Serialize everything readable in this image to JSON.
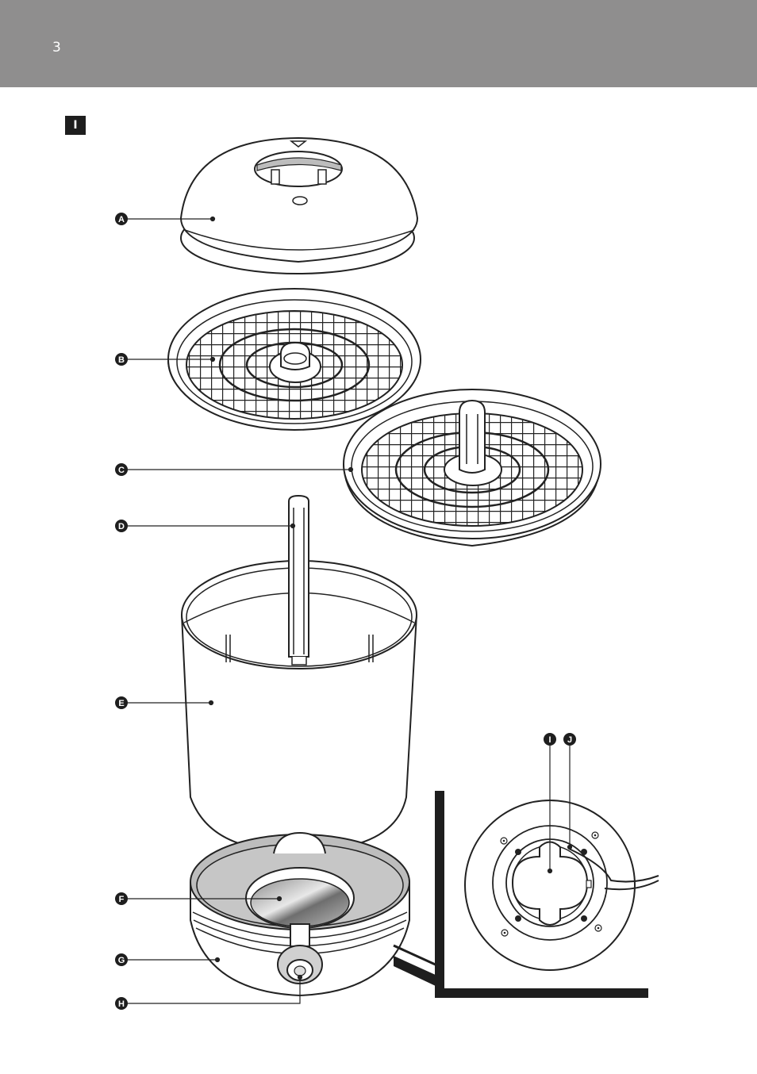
{
  "page_number": "3",
  "figure_tag": "I",
  "callouts": {
    "A": "A",
    "B": "B",
    "C": "C",
    "D": "D",
    "E": "E",
    "F": "F",
    "G": "G",
    "H": "H",
    "I": "I",
    "J": "J"
  }
}
